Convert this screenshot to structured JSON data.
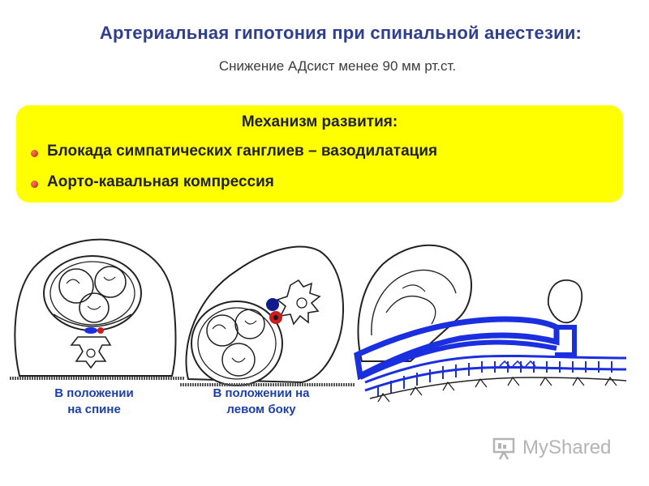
{
  "title": "Артериальная гипотония при спинальной анестезии:",
  "subtitle": "Снижение АДсист менее 90 мм рт.ст.",
  "box": {
    "heading": "Механизм развития:",
    "bullets": [
      "Блокада симпатических ганглиев – вазодилатация",
      "Аорто-кавальная компрессия"
    ]
  },
  "figures": {
    "supine": {
      "caption_line1": "В положении",
      "caption_line2": "на спине"
    },
    "left_side": {
      "caption_line1": "В положении на",
      "caption_line2": "левом боку"
    }
  },
  "watermark": {
    "text": "MyShared",
    "icon": "presentation-board-icon"
  },
  "colors": {
    "title": "#2f3f8f",
    "box_background": "#ffff00",
    "caption": "#1d3fa8",
    "vessel_blue": "#1a2fe0",
    "vessel_red": "#cc1d1d"
  }
}
